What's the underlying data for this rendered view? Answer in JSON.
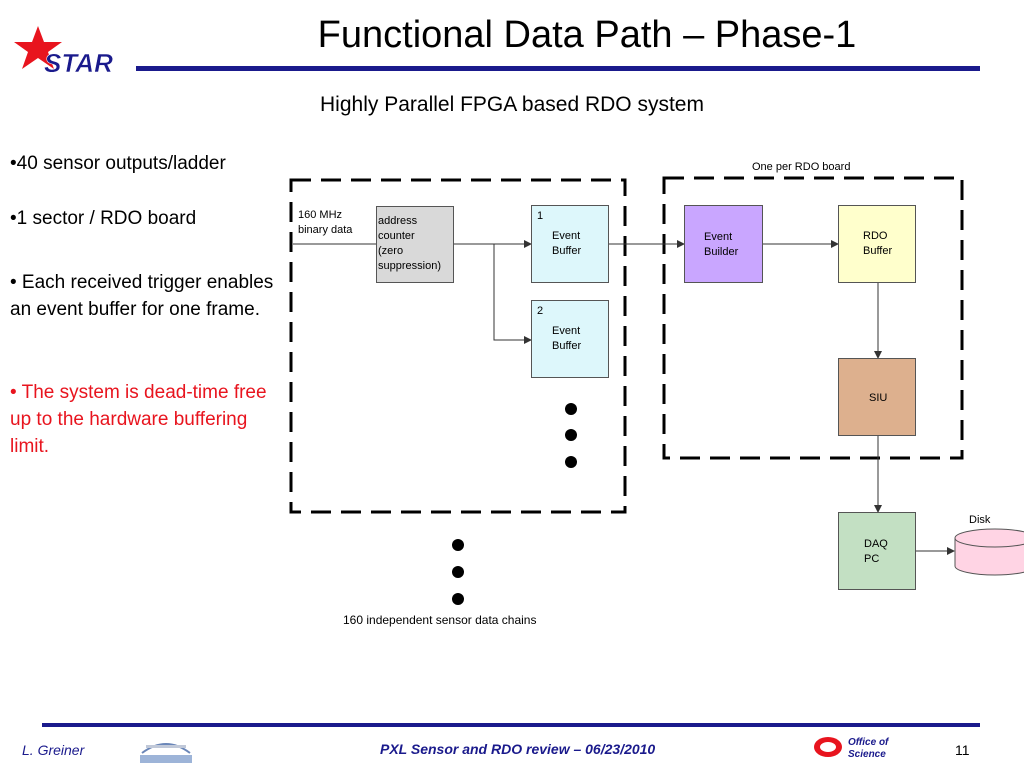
{
  "slide": {
    "title": "Functional Data Path – Phase-1",
    "subtitle": "Highly Parallel FPGA based RDO system",
    "logo_text": "STAR",
    "bullets": [
      "•40 sensor outputs/ladder",
      "•1 sector / RDO board",
      "• Each received trigger enables an event buffer for one frame.",
      "• The system is dead-time free up to the hardware buffering limit."
    ]
  },
  "diagram": {
    "input_label_1": "160 MHz",
    "input_label_2": "binary data",
    "addr_counter": [
      "address",
      "counter",
      "(zero",
      "suppression)"
    ],
    "buffer1_num": "1",
    "buffer1": [
      "Event",
      "Buffer"
    ],
    "buffer2_num": "2",
    "buffer2": [
      "Event",
      "Buffer"
    ],
    "event_builder": [
      "Event",
      "Builder"
    ],
    "rdo_buffer": [
      "RDO",
      "Buffer"
    ],
    "siu": "SIU",
    "daq_pc": [
      "DAQ",
      "PC"
    ],
    "disk": "Disk",
    "rdo_board_label": "One per RDO board",
    "chains_label": "160 independent sensor data chains"
  },
  "colors": {
    "accent": "#1a1a8c",
    "red_text": "#e8141e",
    "addr_fill": "#d9d9d9",
    "buffer_fill": "#ddf7fb",
    "builder_fill": "#c9a6ff",
    "rdo_fill": "#ffffcc",
    "siu_fill": "#ddb08e",
    "daq_fill": "#c3e0c3",
    "disk_fill": "#ffd4e4"
  },
  "footer": {
    "author": "L. Greiner",
    "event": "PXL Sensor and RDO review – 06/23/2010",
    "page": "11",
    "office_logo_1": "Office of",
    "office_logo_2": "Science"
  }
}
